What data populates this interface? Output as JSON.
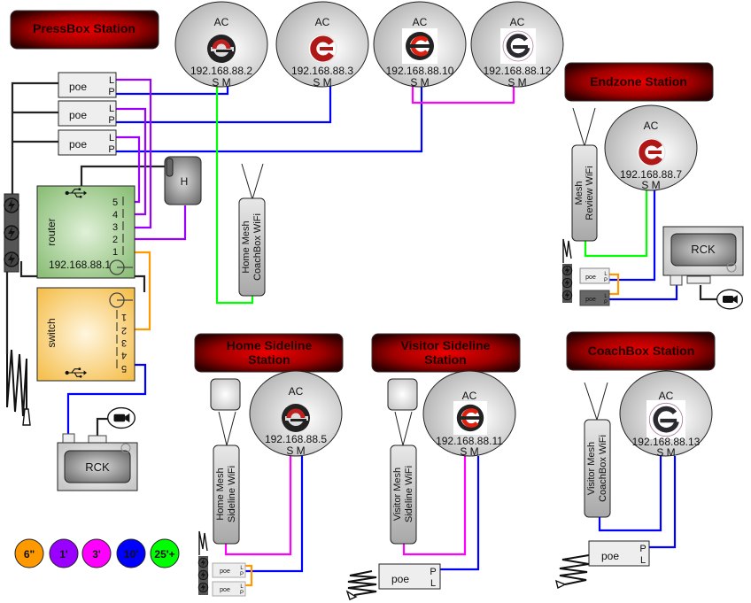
{
  "colors": {
    "orange": "#ff9900",
    "purple": "#9900ff",
    "magenta": "#ff00ff",
    "blue": "#0000ff",
    "green": "#00ff00",
    "station_red": "#cc0000"
  },
  "stations": {
    "pressbox": "PressBox Station",
    "endzone": "Endzone Station",
    "home_sideline_l1": "Home Sideline",
    "home_sideline_l2": "Station",
    "visitor_sideline_l1": "Visitor Sideline",
    "visitor_sideline_l2": "Station",
    "coachbox": "CoachBox Station"
  },
  "access_points": [
    {
      "label": "AC",
      "ip": "192.168.88.2",
      "ports": "S M"
    },
    {
      "label": "AC",
      "ip": "192.168.88.3",
      "ports": "S M"
    },
    {
      "label": "AC",
      "ip": "192.168.88.10",
      "ports": "S M"
    },
    {
      "label": "AC",
      "ip": "192.168.88.12",
      "ports": "S M"
    },
    {
      "label": "AC",
      "ip": "192.168.88.7",
      "ports": "S M"
    },
    {
      "label": "AC",
      "ip": "192.168.88.5",
      "ports": "S M"
    },
    {
      "label": "AC",
      "ip": "192.168.88.11",
      "ports": "S M"
    },
    {
      "label": "AC",
      "ip": "192.168.88.13",
      "ports": "S M"
    }
  ],
  "poe": {
    "label": "poe",
    "l": "L",
    "p": "P"
  },
  "router": {
    "label": "router",
    "ip": "192.168.88.1",
    "ports": [
      "5",
      "4",
      "3",
      "2",
      "1"
    ]
  },
  "switch": {
    "label": "switch",
    "ports": [
      "1",
      "2",
      "3",
      "4",
      "5"
    ]
  },
  "hub": {
    "label": "H"
  },
  "rck": {
    "label": "RCK"
  },
  "mesh": {
    "home_coachbox": [
      "Home Mesh",
      "CoachBox WiFi"
    ],
    "endzone_review": [
      "Mesh",
      "Review  WiFi"
    ],
    "home_sideline": [
      "Home Mesh",
      "Sideline  WiFi"
    ],
    "visitor_sideline": [
      "Visitor Mesh",
      "Sideline  WiFi"
    ],
    "visitor_coachbox": [
      "Visitor Mesh",
      "CoachBox WiFi"
    ]
  },
  "legend": [
    {
      "label": "6\"",
      "color": "#ff9900"
    },
    {
      "label": "1'",
      "color": "#9900ff"
    },
    {
      "label": "3'",
      "color": "#ff00ff"
    },
    {
      "label": "10'",
      "color": "#0000ff"
    },
    {
      "label": "25'+",
      "color": "#00ff00"
    }
  ]
}
